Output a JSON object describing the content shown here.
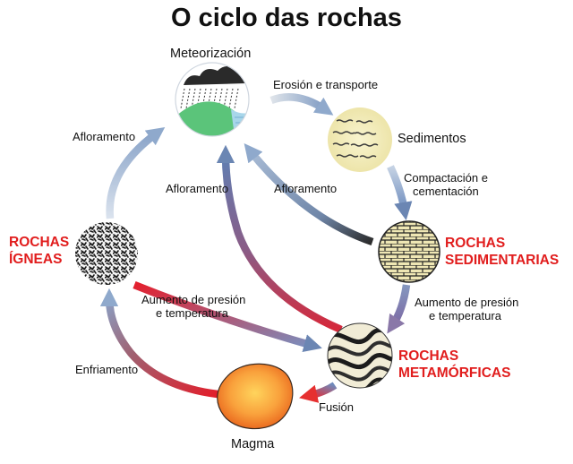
{
  "title": "O ciclo das rochas",
  "nodes": {
    "meteorizacion": "Meteorización",
    "sedimentos": "Sedimentos",
    "magma": "Magma",
    "igneas": [
      "ROCHAS",
      "ÍGNEAS"
    ],
    "sedimentarias": [
      "ROCHAS",
      "SEDIMENTARIAS"
    ],
    "metamorficas": [
      "ROCHAS",
      "METAMÓRFICAS"
    ]
  },
  "processes": {
    "erosion": "Erosión e transporte",
    "compactacion": [
      "Compactación e",
      "cementación"
    ],
    "afloramento_left": "Afloramento",
    "afloramento_mid": "Afloramento",
    "afloramento_right": "Afloramento",
    "presion_left": [
      "Aumento de presión",
      "e temperatura"
    ],
    "presion_right": [
      "Aumento de presión",
      "e temperatura"
    ],
    "enfriamento": "Enfriamento",
    "fusion": "Fusión"
  },
  "colors": {
    "label_red": "#e11d1d",
    "arrow_blue": "#7f9fc6",
    "arrow_red": "#e8202a",
    "arrow_dark": "#333333",
    "magma_orange": "#f5922a",
    "sediment_yellow": "#f4eec0"
  }
}
